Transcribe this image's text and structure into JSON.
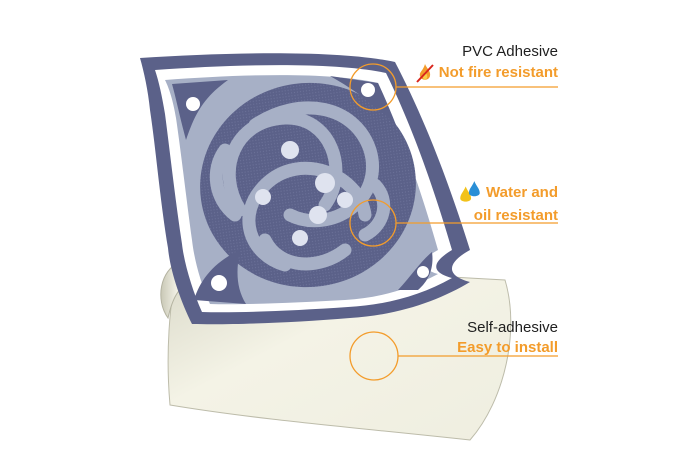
{
  "accent_color": "#f39c2b",
  "tile_colors": {
    "dark": "#5b6189",
    "mid": "#a7b0c6",
    "light": "#ffffff",
    "backing": "#eeedde"
  },
  "callouts": [
    {
      "line1": "PVC Adhesive",
      "line2": "Not fire resistant",
      "icon": "no-fire-icon"
    },
    {
      "line1": "Water and",
      "line2": "oil resistant",
      "icon": "water-oil-drops-icon"
    },
    {
      "line1": "Self-adhesive",
      "line2": "Easy to install",
      "icon": ""
    }
  ]
}
